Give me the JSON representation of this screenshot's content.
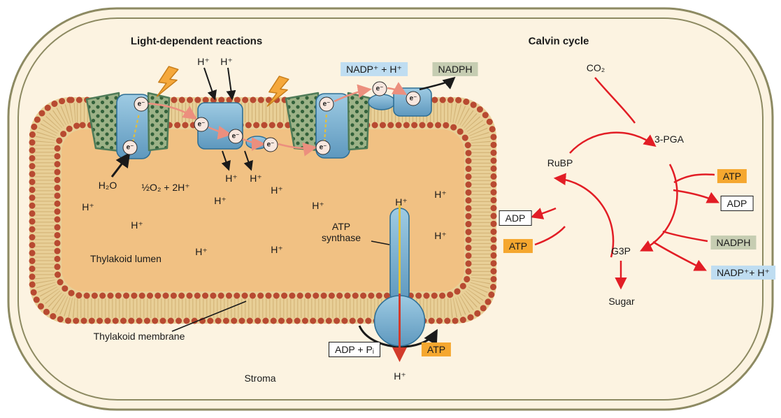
{
  "titles": {
    "light": "Light-dependent reactions",
    "calvin": "Calvin cycle"
  },
  "labels": {
    "h_plus": "H⁺",
    "electron": "e⁻",
    "h2o": "H₂O",
    "o2_product": "½O₂ + 2H⁺",
    "nadp_h": "NADP⁺ + H⁺",
    "nadph": "NADPH",
    "adp_pi": "ADP + Pᵢ",
    "atp": "ATP",
    "adp": "ADP",
    "atp_synthase_line1": "ATP",
    "atp_synthase_line2": "synthase",
    "thylakoid_lumen": "Thylakoid lumen",
    "thylakoid_membrane": "Thylakoid membrane",
    "stroma": "Stroma",
    "co2": "CO₂",
    "pga": "3-PGA",
    "rubp": "RuBP",
    "g3p": "G3P",
    "sugar": "Sugar",
    "nadp_h_right": "NADP⁺+ H⁺"
  },
  "colors": {
    "background": "#FCF3E1",
    "envelope_border": "#8D8A62",
    "membrane_band": "#E8CF97",
    "lipid_head": "#B84A31",
    "lumen": "#F1C183",
    "photosystem_green": "#9CB287",
    "pigment_dot": "#33613A",
    "protein_blue": "#6FA6C8",
    "electron_arrow_pink": "#EC8F7E",
    "calvin_red": "#E21D25",
    "light_yellow": "#E8C63C",
    "box_blue": "#BFDDF1",
    "box_green": "#C6CDB2",
    "box_orange": "#F5A72F"
  }
}
